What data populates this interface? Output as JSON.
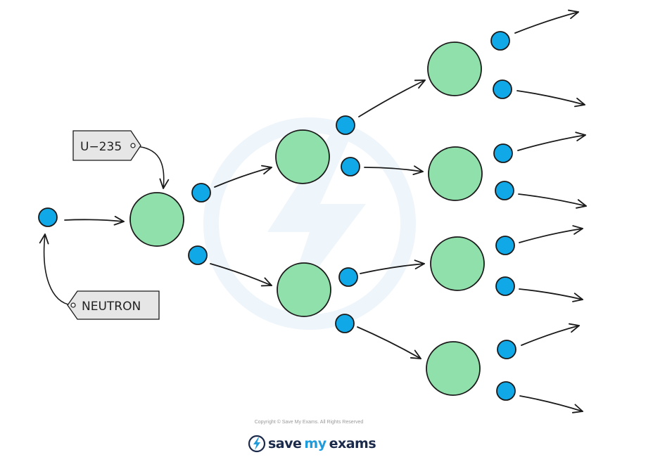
{
  "labels": {
    "uranium": "U−235",
    "neutron": "NEUTRON"
  },
  "footer": {
    "copyright": "Copyright © Save My Exams. All Rights Reserved",
    "logo_word_1": "save",
    "logo_word_2": "my",
    "logo_word_3": "exams"
  },
  "colors": {
    "nucleus": "#8fe0aa",
    "neutron": "#11a8e8",
    "outline": "#1a1a1a",
    "tag_fill": "#e6e6e6",
    "watermark": "#e6f1f9",
    "logo_blue": "#1f9bdc",
    "logo_dark": "#1b2a4a"
  },
  "icons": {
    "logo": "lightning-bolt-icon",
    "watermark": "lightning-bolt-icon"
  }
}
